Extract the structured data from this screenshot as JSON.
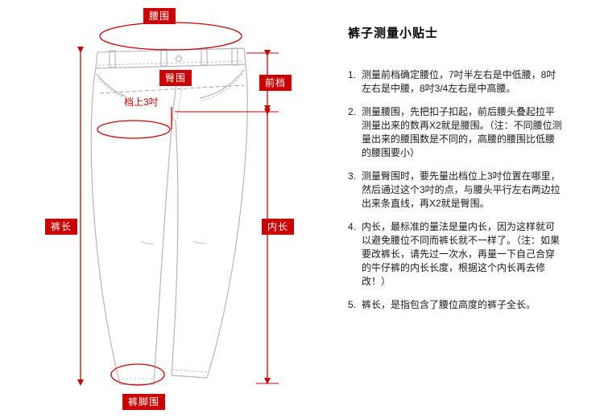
{
  "page": {
    "background": "#ffffff"
  },
  "diagram": {
    "accent_color": "#cc0000",
    "drawing_color": "#b3b6c2",
    "labels": {
      "waist": "腰围",
      "hip": "臀围",
      "front_rise": "前档",
      "above_crotch": "档上3吋",
      "pants_length": "裤长",
      "inseam": "内长",
      "leg_opening": "裤脚围"
    }
  },
  "tips": {
    "title": "裤子测量小贴士",
    "items": [
      {
        "num": "1.",
        "text": "测量前档确定腰位，7吋半左右是中低腰，8吋左右是中腰，8吋3/4左右是中高腰。"
      },
      {
        "num": "2.",
        "text": "测量腰围，先把扣子扣起，前后腰头叠起拉平测量出来的数再X2就是腰围。（注：不同腰位测量出来的腰围数是不同的，高腰的腰围比低腰的腰围要小）"
      },
      {
        "num": "3.",
        "text": "测量臀围时，要先量出档位上3吋位置在哪里，然后通过这个3吋的点，与腰头平行左右两边拉出来条直线，再X2就是臀围。"
      },
      {
        "num": "4.",
        "text": "内长，最标准的量法是量内长，因为这样就可以避免腰位不同而裤长就不一样了。（注：如果要改裤长，请先过一次水，再量一下自己合穿的牛仔裤的内长长度，根据这个内长再去修改！）"
      },
      {
        "num": "5.",
        "text": "裤长，是指包含了腰位高度的裤子全长。"
      }
    ]
  }
}
